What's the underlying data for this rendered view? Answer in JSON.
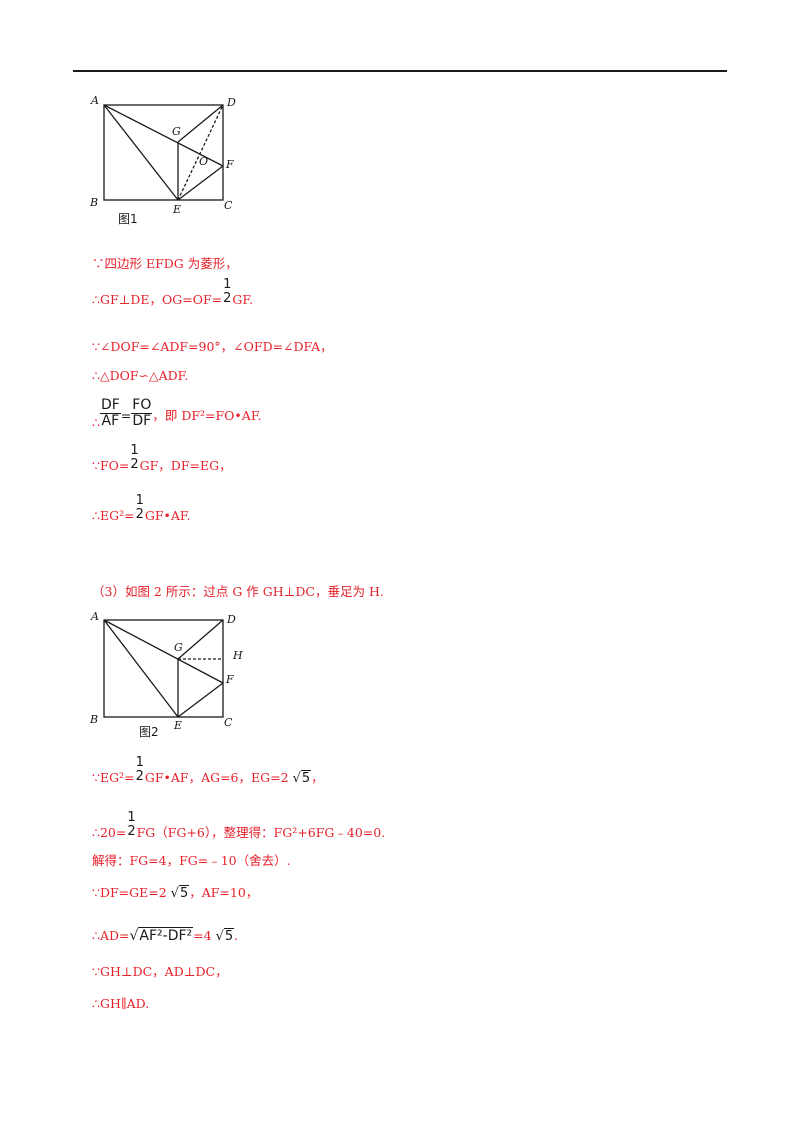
{
  "figure1": {
    "labels": {
      "A": "A",
      "B": "B",
      "C": "C",
      "D": "D",
      "E": "E",
      "F": "F",
      "G": "G",
      "O": "O"
    },
    "caption": "图1"
  },
  "figure2": {
    "labels": {
      "A": "A",
      "B": "B",
      "C": "C",
      "D": "D",
      "E": "E",
      "F": "F",
      "G": "G",
      "H": "H"
    },
    "caption": "图2"
  },
  "lines": {
    "l1": "∵四边形 EFDG 为菱形，",
    "l2a": "∴GF⊥DE，OG=OF=",
    "l2_num": "1",
    "l2_den": "2",
    "l2b": "GF.",
    "l3": "∵∠DOF=∠ADF=90°，∠OFD=∠DFA，",
    "l4": "∴△DOF∽△ADF.",
    "l5_f1_num": "DF",
    "l5_f1_den": "AF",
    "l5_eq": "=",
    "l5_f2_num": "FO",
    "l5_f2_den": "DF",
    "l5_pre": "∴",
    "l5b": "，即 DF²=FO•AF.",
    "l6_pre": "∵FO=",
    "l6_num": "1",
    "l6_den": "2",
    "l6b": "GF，DF=EG，",
    "l7_pre": "∴EG²=",
    "l7_num": "1",
    "l7_den": "2",
    "l7b": "GF•AF.",
    "l8": "（3）如图 2 所示：过点 G 作 GH⊥DC，垂足为 H.",
    "l9_pre": "∵EG²=",
    "l9_num": "1",
    "l9_den": "2",
    "l9b": "GF•AF，AG=6，EG=2",
    "l9_rad": "5",
    "l9c": "，",
    "l10_pre": "∴20=",
    "l10_num": "1",
    "l10_den": "2",
    "l10b": "FG（FG+6），整理得：FG²+6FG﹣40=0.",
    "l11": "解得：FG=4，FG=﹣10（舍去）.",
    "l12a": "∵DF=GE=2",
    "l12_rad": "5",
    "l12b": "，AF=10，",
    "l13a": "∴AD=",
    "l13_rad": "AF²-DF²",
    "l13b": "=4",
    "l13_rad2": "5",
    "l13c": ".",
    "l14": "∵GH⊥DC，AD⊥DC，",
    "l15": "∴GH∥AD."
  }
}
